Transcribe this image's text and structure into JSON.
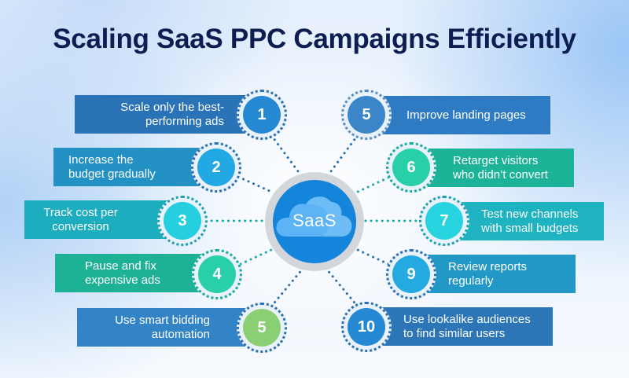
{
  "title": "Scaling SaaS PPC Campaigns Efficiently",
  "hub": {
    "label": "SaaS",
    "icon": "cloud-icon",
    "ring_color": "#d3d6da",
    "fill_color": "#1584db",
    "cloud_color": "#5cb3f5"
  },
  "left_items": [
    {
      "number": "1",
      "line1": "Scale only the best-",
      "line2": "performing ads",
      "box_color": "#2b73b7",
      "circle_color": "#2588d2"
    },
    {
      "number": "2",
      "line1": "Increase the",
      "line2": "budget gradually",
      "box_color": "#2491c4",
      "circle_color": "#22a8e2"
    },
    {
      "number": "3",
      "line1": "Track cost per",
      "line2": "conversion",
      "box_color": "#1cadbf",
      "circle_color": "#25cfe0"
    },
    {
      "number": "4",
      "line1": "Pause and fix",
      "line2": "expensive ads",
      "box_color": "#1db295",
      "circle_color": "#28cfa9"
    },
    {
      "number": "5",
      "line1": "Use smart bidding",
      "line2": "automation",
      "box_color": "#3383c7",
      "circle_color": "#8bcf74"
    }
  ],
  "right_items": [
    {
      "number": "5",
      "line1": "Improve landing pages",
      "line2": "",
      "box_color": "#2f7bc3",
      "circle_color": "#3a86c8"
    },
    {
      "number": "6",
      "line1": "Retarget visitors",
      "line2": "who didn’t convert",
      "box_color": "#1db398",
      "circle_color": "#28cfa9"
    },
    {
      "number": "7",
      "line1": "Test new channels",
      "line2": "with small budgets",
      "box_color": "#1fb2c1",
      "circle_color": "#27d3df"
    },
    {
      "number": "9",
      "line1": "Review reports",
      "line2": "regularly",
      "box_color": "#2298c6",
      "circle_color": "#24a9e0"
    },
    {
      "number": "10",
      "line1": "Use lookalike audiences",
      "line2": "to find similar users",
      "box_color": "#2c76b8",
      "circle_color": "#2588d2"
    }
  ],
  "colors": {
    "title": "#0f1e52",
    "connector_left": "#2a6fb0",
    "connector_teal": "#1aa8a8"
  }
}
